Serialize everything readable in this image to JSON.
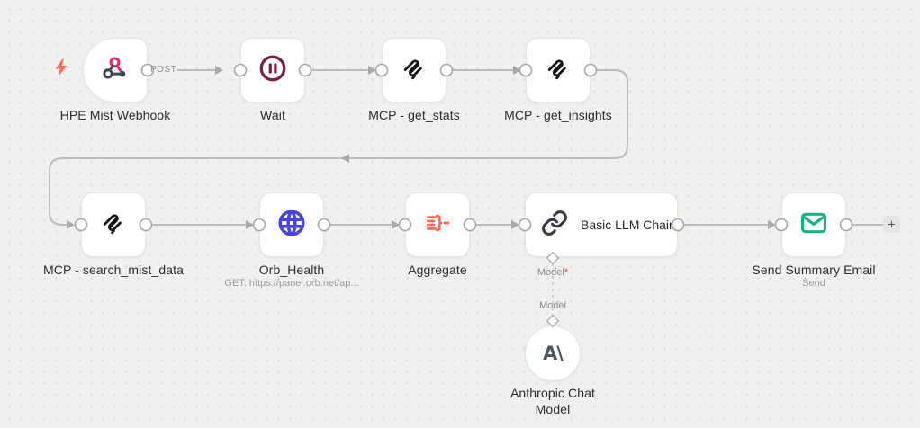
{
  "nodes": {
    "hpe_mist_webhook": {
      "label": "HPE Mist Webhook",
      "output_label": "POST"
    },
    "wait": {
      "label": "Wait"
    },
    "mcp_get_stats": {
      "label": "MCP - get_stats"
    },
    "mcp_get_insights": {
      "label": "MCP - get_insights"
    },
    "mcp_search_mist_data": {
      "label": "MCP - search_mist_data"
    },
    "orb_health": {
      "label": "Orb_Health",
      "subtitle": "GET: https://panel.orb.net/ap..."
    },
    "aggregate": {
      "label": "Aggregate"
    },
    "basic_llm_chain": {
      "label": "Basic LLM Chain",
      "model_port_label": "Model",
      "model_port_required": "*"
    },
    "send_summary_email": {
      "label": "Send Summary Email",
      "subtitle": "Send"
    },
    "anthropic_chat_model": {
      "label_line1": "Anthropic Chat",
      "label_line2": "Model",
      "port_label": "Model",
      "logo_text": "A\\"
    }
  },
  "controls": {
    "add_node": "+"
  },
  "colors": {
    "webhook_pink": "#e12a62",
    "webhook_dark": "#3c4654",
    "wait_maroon": "#7d1e4d",
    "mcp_black": "#141414",
    "orb_blue": "#4744e0",
    "aggregate_coral": "#ff6d5a",
    "email_green": "#17b480",
    "trigger_bolt": "#ff6d5a",
    "edge_gray": "#bcbcbc"
  }
}
